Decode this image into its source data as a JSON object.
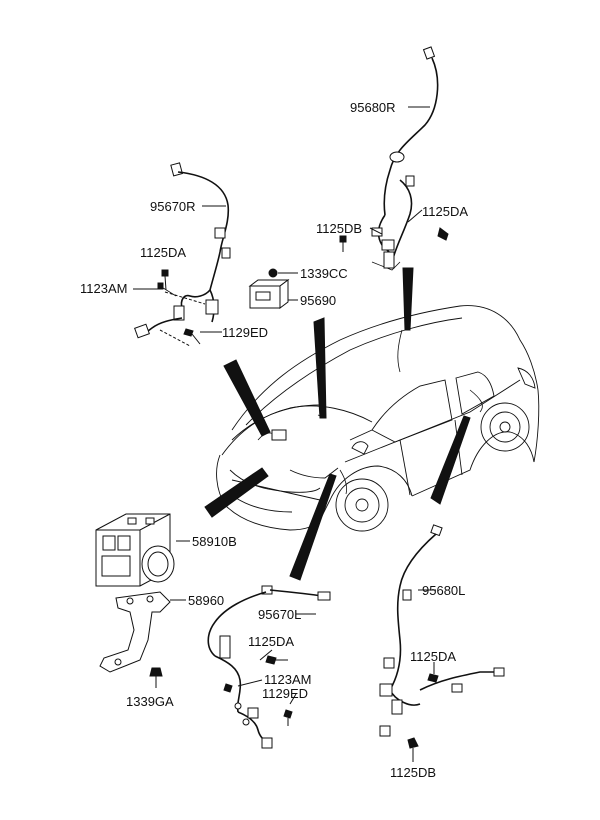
{
  "labels": {
    "l95680R": "95680R",
    "l95670R": "95670R",
    "l1125DB_top": "1125DB",
    "l1125DA_topright": "1125DA",
    "l1125DA_topleft": "1125DA",
    "l1339CC": "1339CC",
    "l1123AM_top": "1123AM",
    "l95690": "95690",
    "l1129ED_top": "1129ED",
    "l58910B": "58910B",
    "l58960": "58960",
    "l95670L": "95670L",
    "l95680L": "95680L",
    "l1125DA_botleft": "1125DA",
    "l1125DA_botright": "1125DA",
    "l1123AM_bot": "1123AM",
    "l1129ED_bot": "1129ED",
    "l1339GA": "1339GA",
    "l1125DB_bot": "1125DB"
  }
}
